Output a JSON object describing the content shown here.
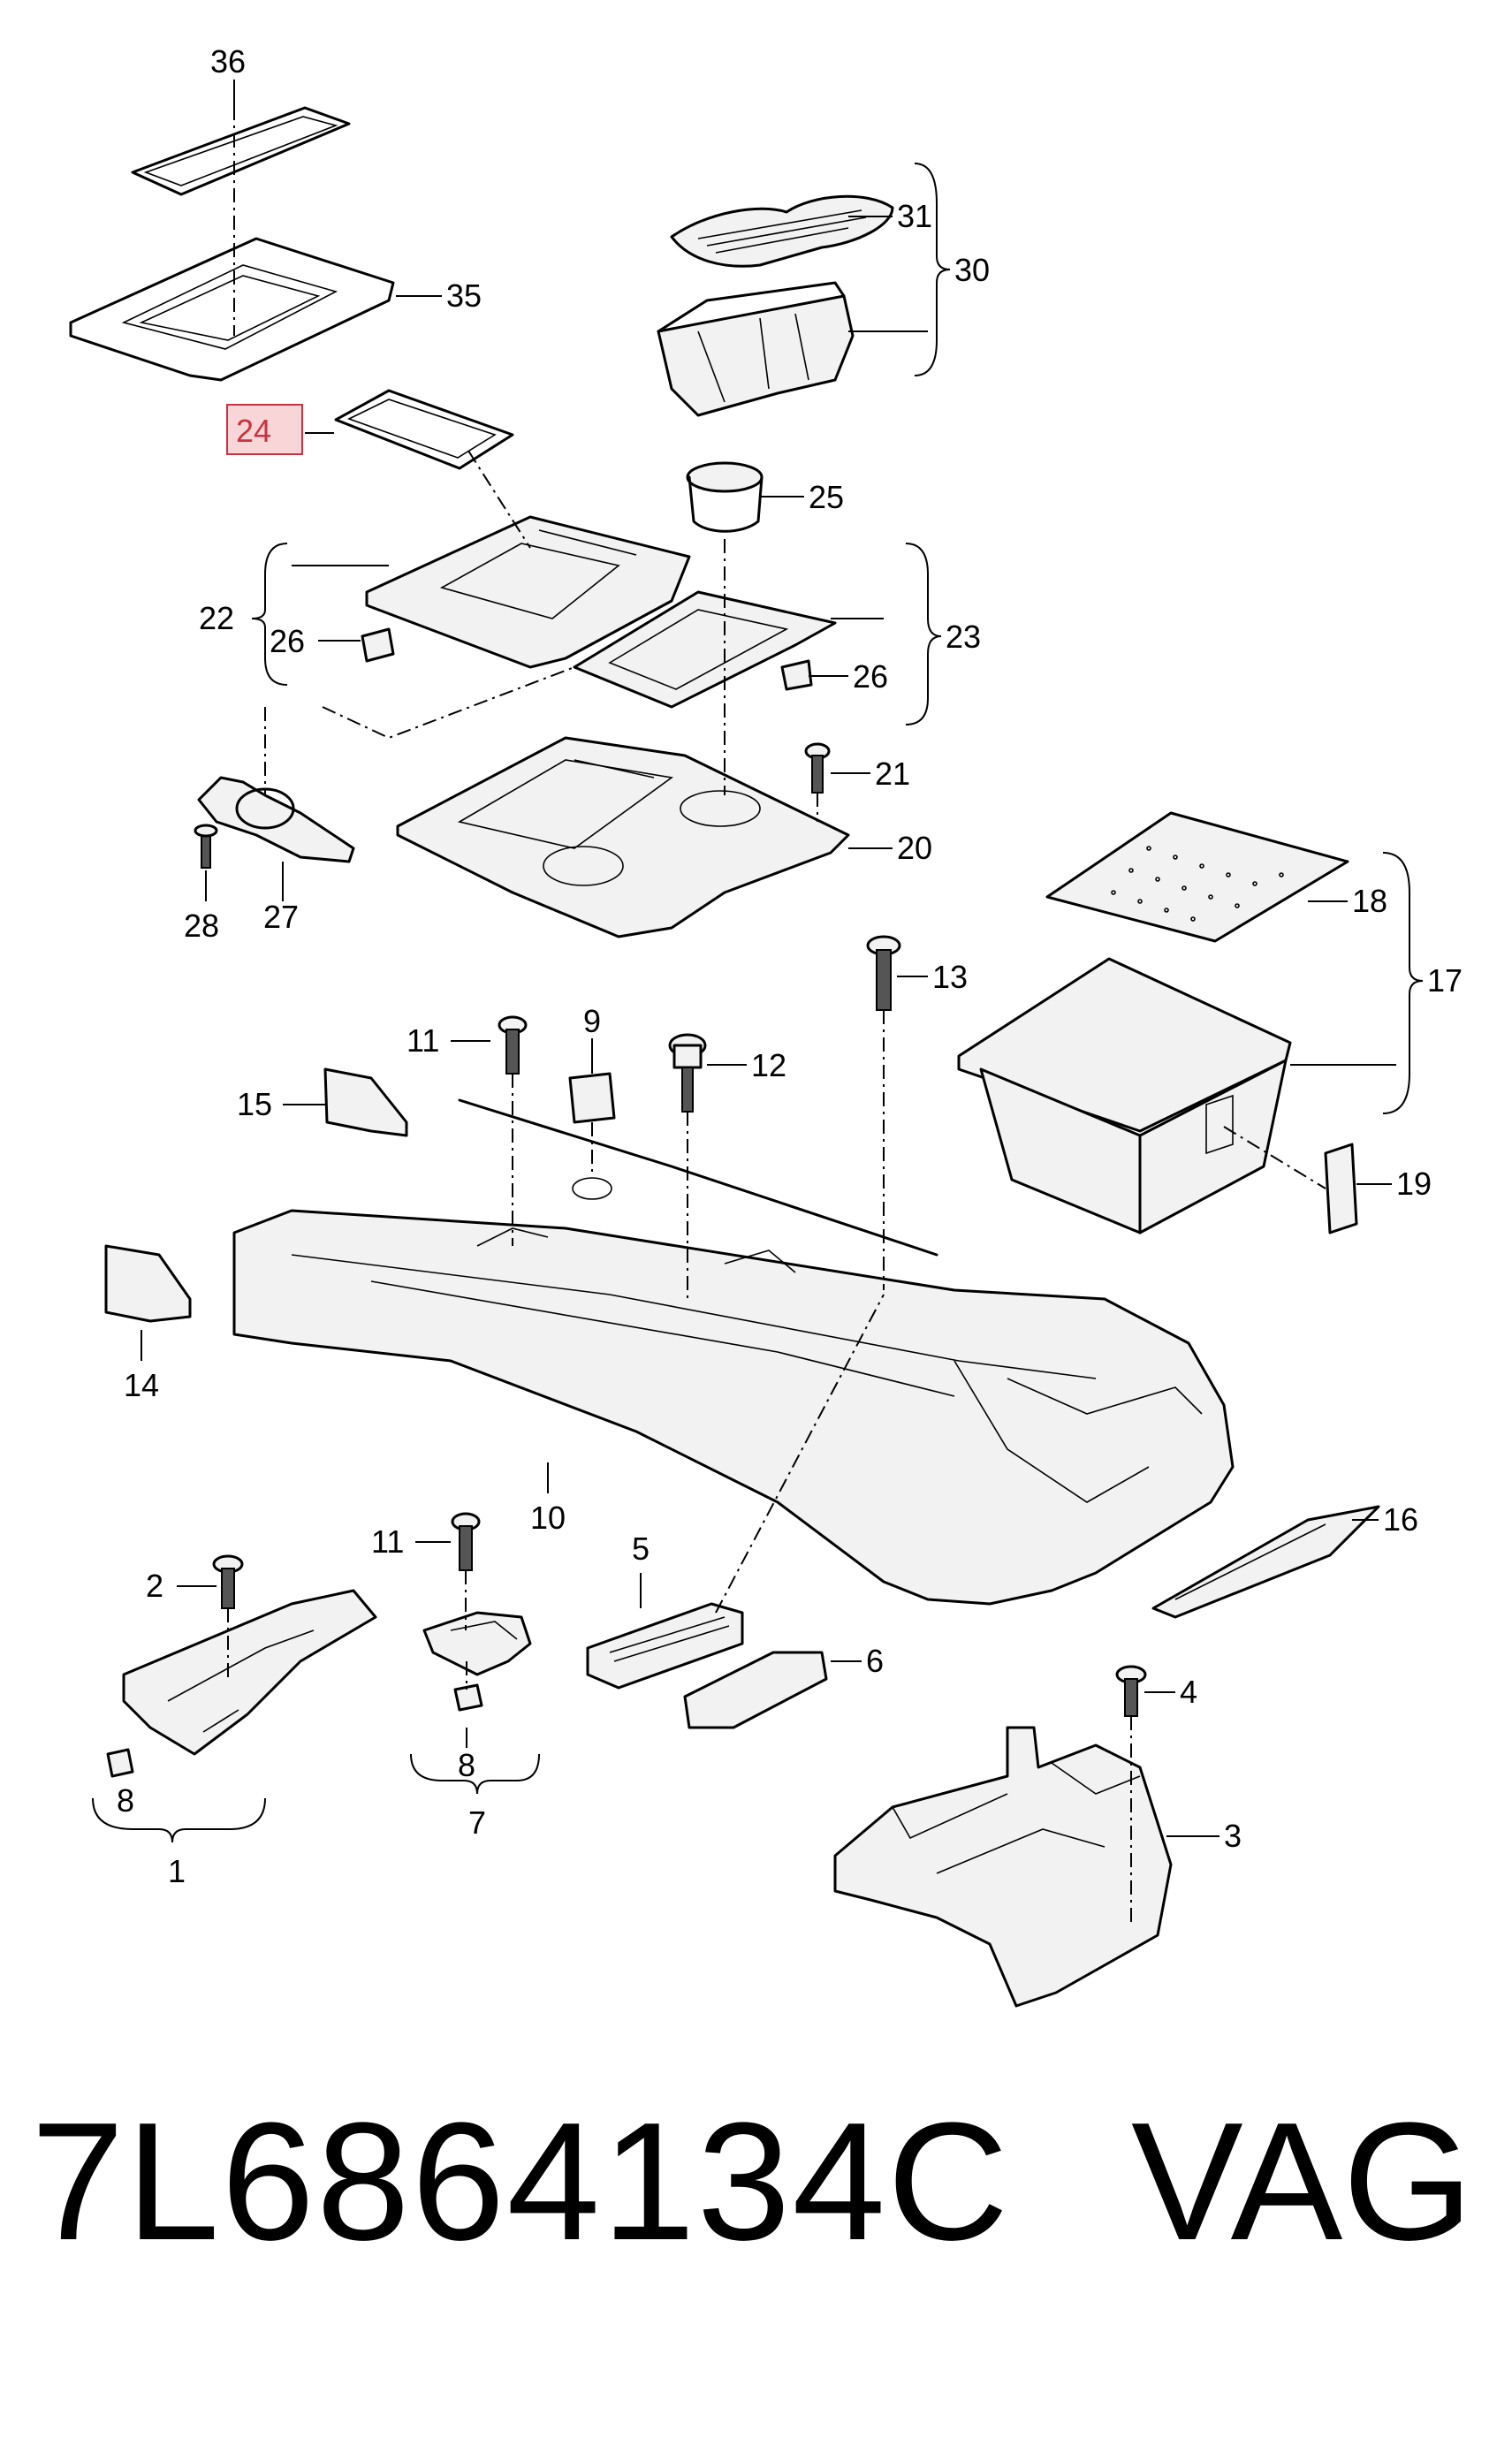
{
  "diagram": {
    "callouts": {
      "c1": "1",
      "c2": "2",
      "c3": "3",
      "c4": "4",
      "c5": "5",
      "c6": "6",
      "c7": "7",
      "c8a": "8",
      "c8b": "8",
      "c9": "9",
      "c10": "10",
      "c11a": "11",
      "c11b": "11",
      "c12": "12",
      "c13": "13",
      "c14": "14",
      "c15": "15",
      "c16": "16",
      "c17": "17",
      "c18": "18",
      "c19": "19",
      "c20": "20",
      "c21": "21",
      "c22": "22",
      "c23": "23",
      "c24": "24",
      "c25": "25",
      "c26a": "26",
      "c26b": "26",
      "c27": "27",
      "c28": "28",
      "c30": "30",
      "c31": "31",
      "c35": "35",
      "c36": "36"
    },
    "highlighted_callout": "24",
    "highlight_color": "#c9333f"
  },
  "footer": {
    "part_number": "7L6864134C",
    "brand": "VAG"
  }
}
